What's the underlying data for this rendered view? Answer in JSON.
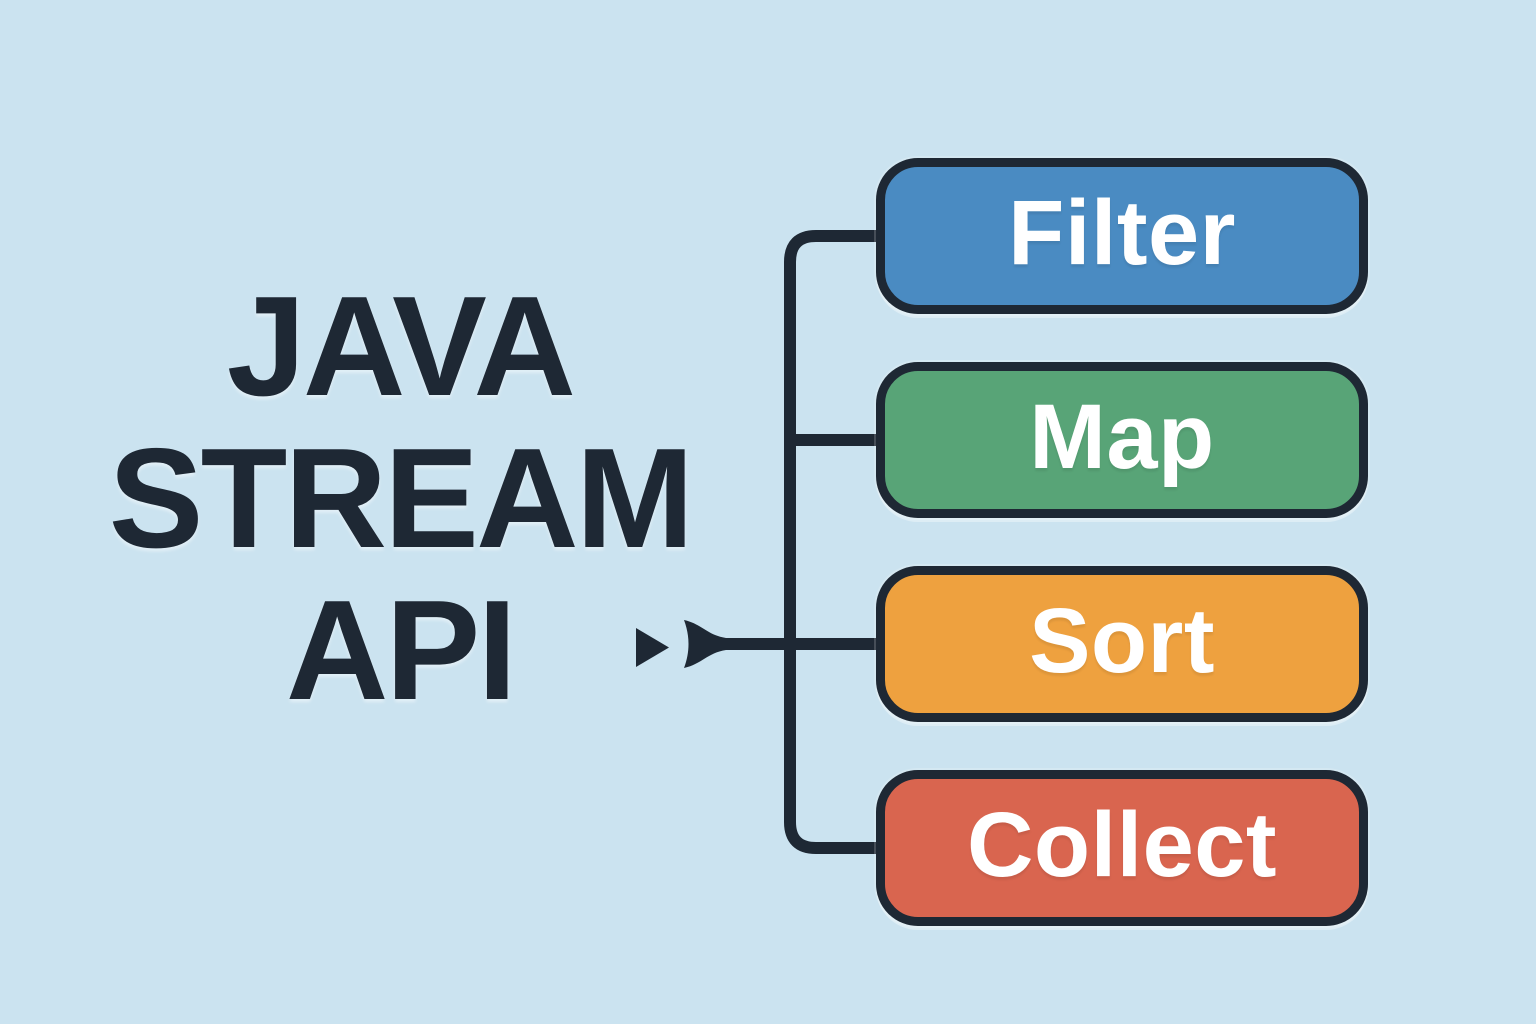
{
  "diagram": {
    "title_lines": [
      "JAVA",
      "STREAM",
      "API"
    ],
    "stages": [
      {
        "label": "Filter",
        "color": "#4a8bc2"
      },
      {
        "label": "Map",
        "color": "#58a477"
      },
      {
        "label": "Sort",
        "color": "#eea13f"
      },
      {
        "label": "Collect",
        "color": "#d9654f"
      }
    ],
    "background_color": "#cbe3f0",
    "text_color": "#1e2834",
    "connector_color": "#1e2834",
    "stage_text_color": "#ffffff",
    "flow_arrow": "double-right-arrow-into-pipeline"
  }
}
